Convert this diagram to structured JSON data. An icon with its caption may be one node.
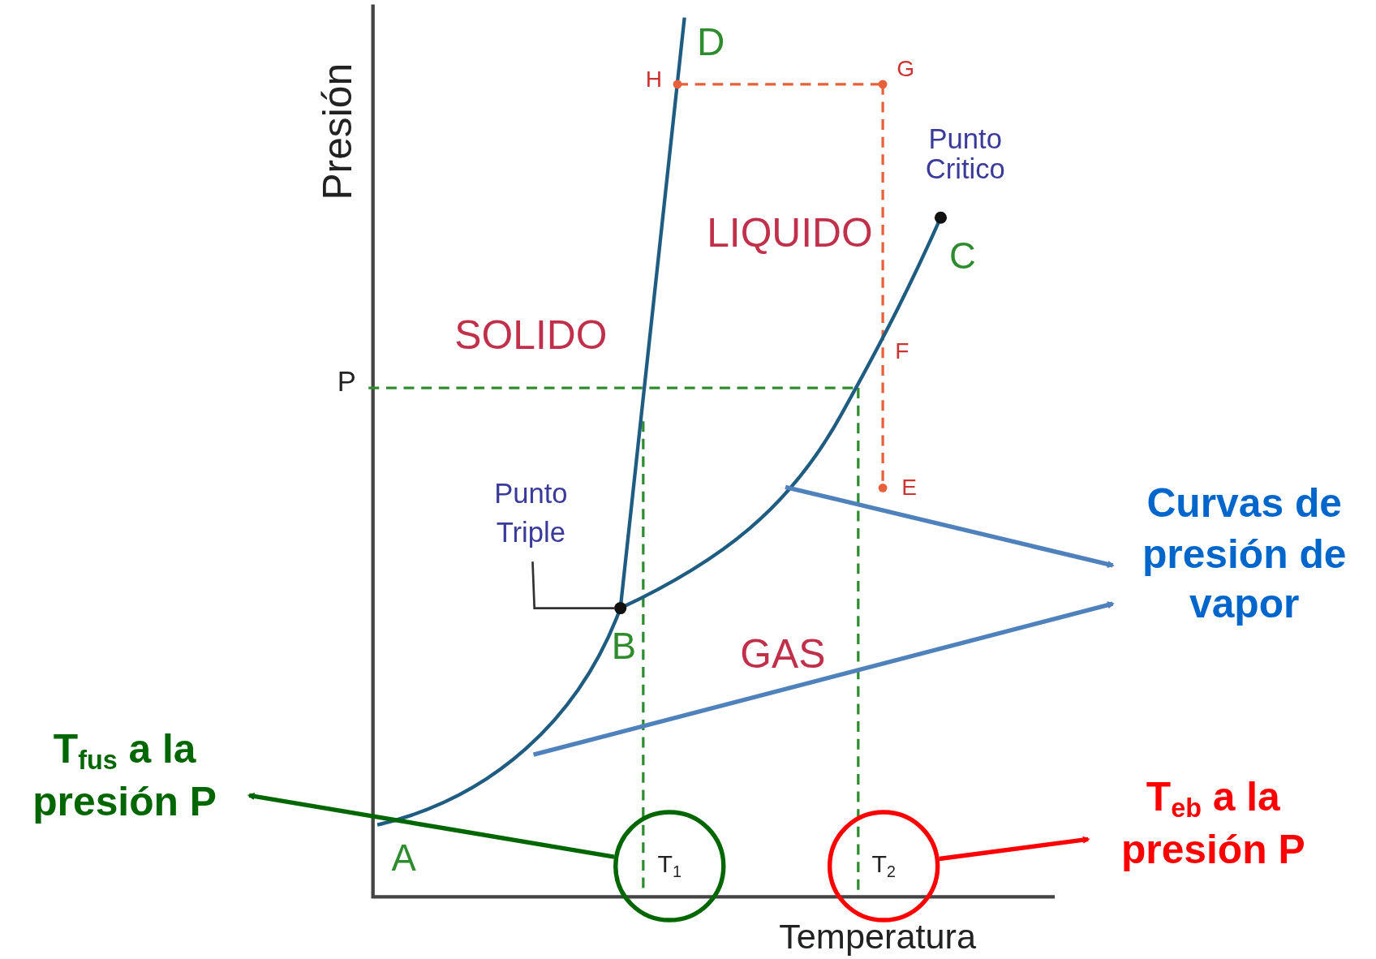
{
  "diagram": {
    "nodes": [
      {
        "text": [
          "Curvas de presión de vapor"
        ]
      },
      {
        "text": [
          "T$_{fus}$ a la presión P"
        ]
      },
      {
        "text": [
          "T$_{eb}$ a la presión P"
        ]
      },
      {
        "text": [
          "T$_{1}$"
        ]
      },
      {
        "text": [
          "T$_{2}$"
        ]
      },
      {
        "text": [
          "Punto Triple"
        ]
      },
      {
        "text": [],
        "shape": "circle"
      }
    ],
    "edges": [
      {
        "from": null,
        "to": 0,
        "arrow": "to",
        "color": "#4f81bd"
      },
      {
        "from": null,
        "to": 0,
        "arrow": "to",
        "color": "#4f81bd"
      },
      {
        "from": 3,
        "to": 1,
        "arrow": "to",
        "color": "#006600"
      },
      {
        "from": 4,
        "to": 2,
        "arrow": "to",
        "color": "#ff0000"
      },
      {
        "from": 5,
        "to": 6,
        "arrow": "none",
        "color": "#333333"
      }
    ],
    "labels": [
      "D",
      "H",
      "G",
      "Presión",
      "Punto Critico",
      "LIQUIDO",
      "C",
      "SOLIDO",
      "P",
      "F",
      "E",
      "B",
      "GAS",
      "A",
      "Temperatura"
    ]
  }
}
